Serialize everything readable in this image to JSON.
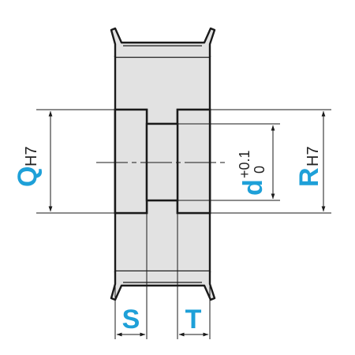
{
  "labels": {
    "q": "Q",
    "q_tol": "H7",
    "r": "R",
    "r_tol": "H7",
    "d": "d",
    "d_tol_upper": "+0.1",
    "d_tol_lower": "0",
    "s": "S",
    "t": "T"
  },
  "colors": {
    "label_blue": "#1ea0d8",
    "body_fill": "#e2e2e2",
    "outline": "#1a1a1a"
  }
}
